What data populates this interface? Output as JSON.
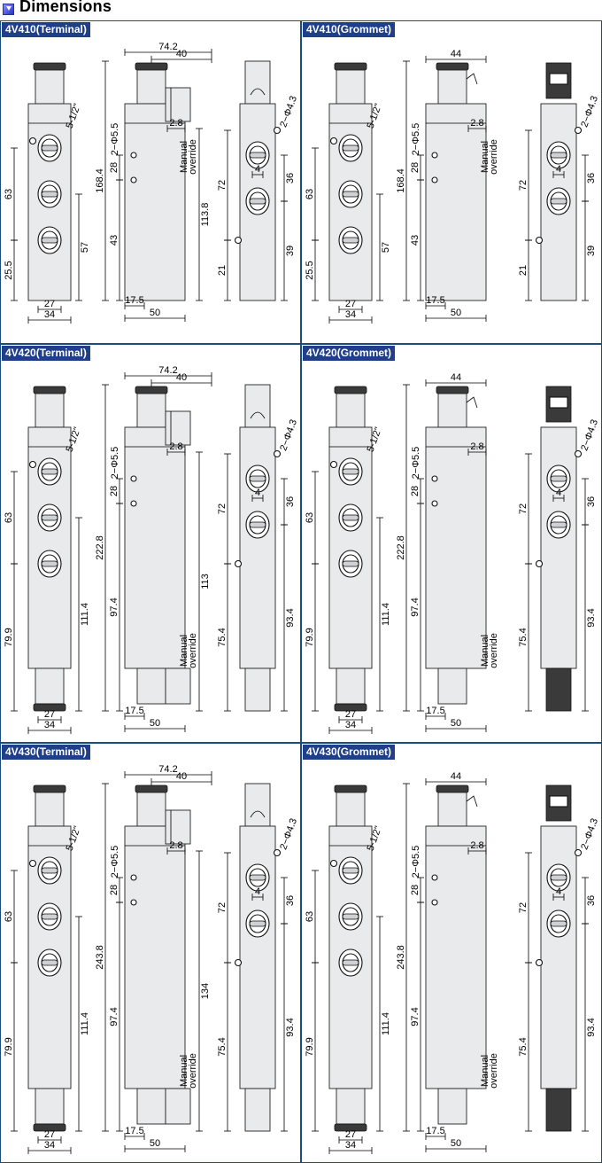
{
  "header": {
    "title": "Dimensions",
    "icon": "section-bullet-icon"
  },
  "panels": [
    {
      "id": "4v410t",
      "title": "4V410(Terminal)",
      "type": "terminal",
      "coils": 1,
      "front": {
        "height": "63",
        "bottom": "25.5",
        "width_inner": "27",
        "width_outer": "34",
        "right": "57",
        "thread": "5-1/2\""
      },
      "side": {
        "width_top": "74.2",
        "width_conn": "40",
        "offset": "2.8",
        "total_height": "168.4",
        "hole": "2−Φ5.5",
        "pitch": "28",
        "lower": "43",
        "width": "50",
        "foot": "17.5",
        "side_h": "113.8",
        "manual": [
          "Manual",
          "override"
        ]
      },
      "end": {
        "hole": "2−Φ4.3",
        "h": "72",
        "h2": "36",
        "w": "4",
        "foot": "21",
        "bottom": "39"
      }
    },
    {
      "id": "4v410g",
      "title": "4V410(Grommet)",
      "type": "grommet",
      "coils": 1,
      "front": {
        "height": "63",
        "bottom": "25.5",
        "width_inner": "27",
        "width_outer": "34",
        "right": "57",
        "thread": "5-1/2\""
      },
      "side": {
        "width_top": "44",
        "offset": "2.8",
        "total_height": "168.4",
        "hole": "2−Φ5.5",
        "pitch": "28",
        "lower": "43",
        "width": "50",
        "foot": "17.5",
        "manual": [
          "Manual",
          "override"
        ]
      },
      "end": {
        "hole": "2−Φ4.3",
        "h": "72",
        "h2": "36",
        "w": "4",
        "foot": "21",
        "bottom": "39"
      }
    },
    {
      "id": "4v420t",
      "title": "4V420(Terminal)",
      "type": "terminal",
      "coils": 2,
      "front": {
        "height": "63",
        "bottom": "79.9",
        "width_inner": "27",
        "width_outer": "34",
        "right": "111.4",
        "thread": "5-1/2\""
      },
      "side": {
        "width_top": "74.2",
        "width_conn": "40",
        "offset": "2.8",
        "total_height": "222.8",
        "hole": "2−Φ5.5",
        "pitch": "28",
        "lower": "97.4",
        "width": "50",
        "foot": "17.5",
        "side_h": "113",
        "manual": [
          "Manual",
          "override"
        ]
      },
      "end": {
        "hole": "2−Φ4.3",
        "h": "72",
        "h2": "36",
        "w": "4",
        "foot": "75.4",
        "bottom": "93.4"
      }
    },
    {
      "id": "4v420g",
      "title": "4V420(Grommet)",
      "type": "grommet",
      "coils": 2,
      "front": {
        "height": "63",
        "bottom": "79.9",
        "width_inner": "27",
        "width_outer": "34",
        "right": "111.4",
        "thread": "5-1/2\""
      },
      "side": {
        "width_top": "44",
        "offset": "2.8",
        "total_height": "222.8",
        "hole": "2−Φ5.5",
        "pitch": "28",
        "lower": "97.4",
        "width": "50",
        "foot": "17.5",
        "manual": [
          "Manual",
          "override"
        ]
      },
      "end": {
        "hole": "2−Φ4.3",
        "h": "72",
        "h2": "36",
        "w": "4",
        "foot": "75.4",
        "bottom": "93.4"
      }
    },
    {
      "id": "4v430t",
      "title": "4V430(Terminal)",
      "type": "terminal",
      "coils": 2,
      "front": {
        "height": "63",
        "bottom": "79.9",
        "width_inner": "27",
        "width_outer": "34",
        "right": "111.4",
        "thread": "5-1/2\""
      },
      "side": {
        "width_top": "74.2",
        "width_conn": "40",
        "offset": "2.8",
        "total_height": "243.8",
        "hole": "2−Φ5.5",
        "pitch": "28",
        "lower": "97.4",
        "width": "50",
        "foot": "17.5",
        "side_h": "134",
        "manual": [
          "Manual",
          "override"
        ]
      },
      "end": {
        "hole": "2−Φ4.3",
        "h": "72",
        "h2": "36",
        "w": "4",
        "foot": "75.4",
        "bottom": "93.4"
      }
    },
    {
      "id": "4v430g",
      "title": "4V430(Grommet)",
      "type": "grommet",
      "coils": 2,
      "front": {
        "height": "63",
        "bottom": "79.9",
        "width_inner": "27",
        "width_outer": "34",
        "right": "111.4",
        "thread": "5-1/2\""
      },
      "side": {
        "width_top": "44",
        "offset": "2.8",
        "total_height": "243.8",
        "hole": "2−Φ5.5",
        "pitch": "28",
        "lower": "97.4",
        "width": "50",
        "foot": "17.5",
        "manual": [
          "Manual",
          "override"
        ]
      },
      "end": {
        "hole": "2−Φ4.3",
        "h": "72",
        "h2": "36",
        "w": "4",
        "foot": "75.4",
        "bottom": "93.4"
      }
    }
  ]
}
